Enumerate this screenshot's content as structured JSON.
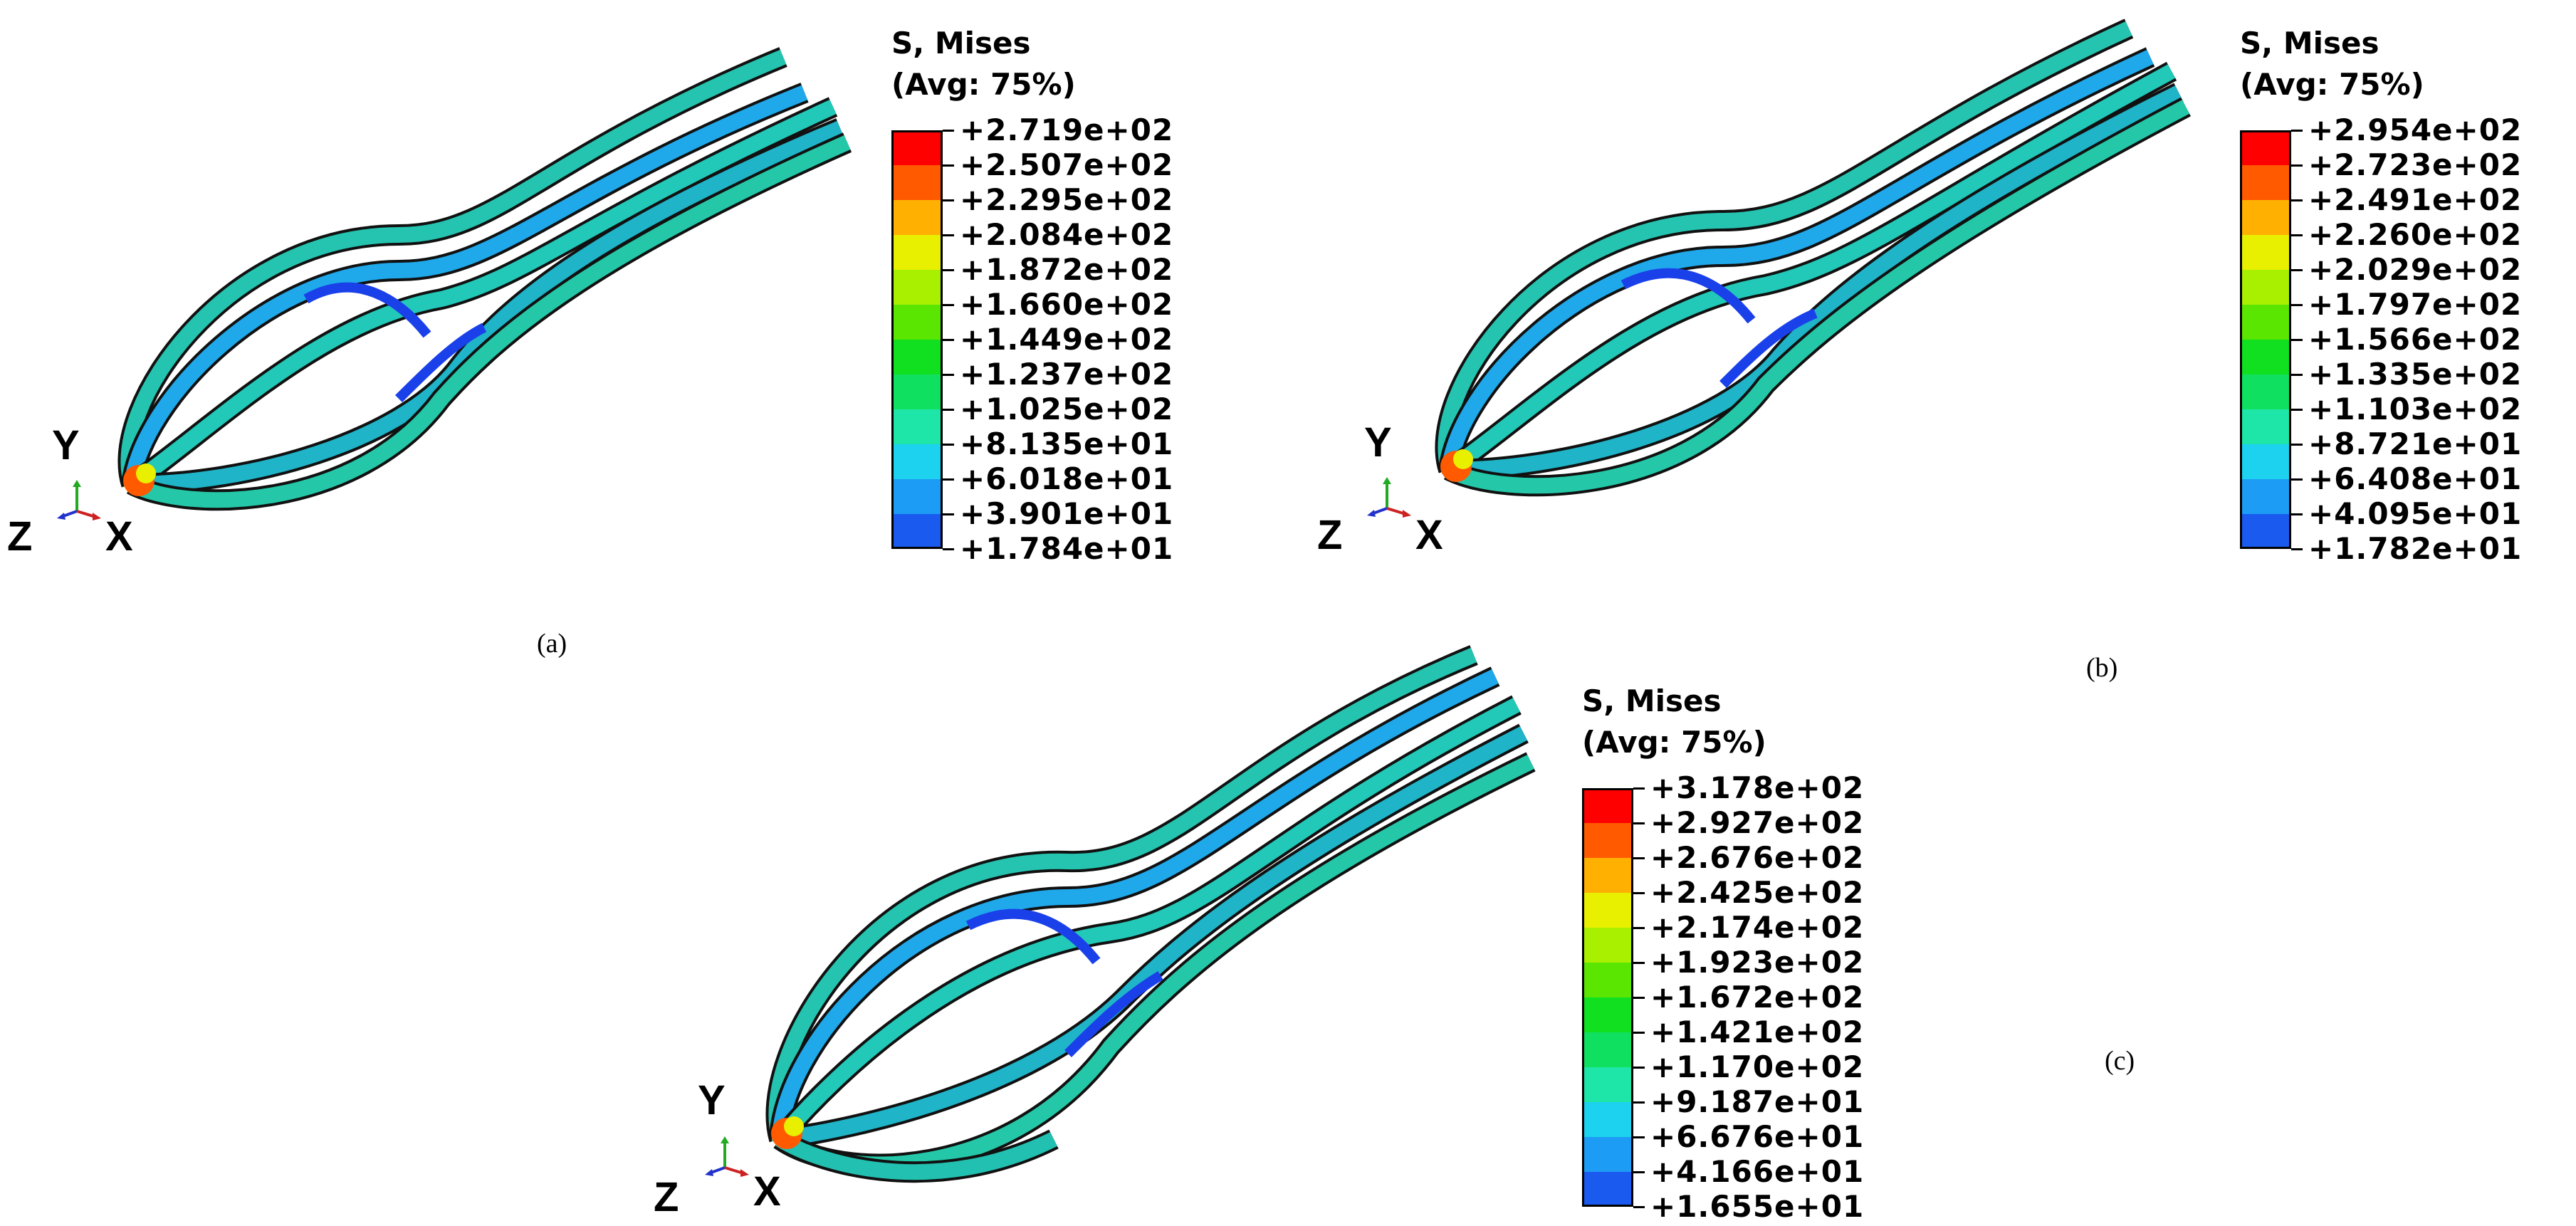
{
  "panels": [
    {
      "id": "a",
      "caption": "(a)",
      "legend": {
        "title_line1": "S, Mises",
        "title_line2": "(Avg: 75%)",
        "values": [
          "+2.719e+02",
          "+2.507e+02",
          "+2.295e+02",
          "+2.084e+02",
          "+1.872e+02",
          "+1.660e+02",
          "+1.449e+02",
          "+1.237e+02",
          "+1.025e+02",
          "+8.135e+01",
          "+6.018e+01",
          "+3.901e+01",
          "+1.784e+01"
        ]
      },
      "triad": {
        "y": "Y",
        "z": "Z",
        "x": "X"
      }
    },
    {
      "id": "b",
      "caption": "(b)",
      "legend": {
        "title_line1": "S, Mises",
        "title_line2": "(Avg: 75%)",
        "values": [
          "+2.954e+02",
          "+2.723e+02",
          "+2.491e+02",
          "+2.260e+02",
          "+2.029e+02",
          "+1.797e+02",
          "+1.566e+02",
          "+1.335e+02",
          "+1.103e+02",
          "+8.721e+01",
          "+6.408e+01",
          "+4.095e+01",
          "+1.782e+01"
        ]
      },
      "triad": {
        "y": "Y",
        "z": "Z",
        "x": "X"
      }
    },
    {
      "id": "c",
      "caption": "(c)",
      "legend": {
        "title_line1": "S, Mises",
        "title_line2": "(Avg: 75%)",
        "values": [
          "+3.178e+02",
          "+2.927e+02",
          "+2.676e+02",
          "+2.425e+02",
          "+2.174e+02",
          "+1.923e+02",
          "+1.672e+02",
          "+1.421e+02",
          "+1.170e+02",
          "+9.187e+01",
          "+6.676e+01",
          "+4.166e+01",
          "+1.655e+01"
        ]
      },
      "triad": {
        "y": "Y",
        "z": "Z",
        "x": "X"
      }
    }
  ],
  "colormap": [
    "#ff0000",
    "#ff5a00",
    "#ffb000",
    "#e8f000",
    "#a8f000",
    "#5ae600",
    "#10e020",
    "#10e060",
    "#1ee6a8",
    "#1cd2ee",
    "#1c9cf4",
    "#1a5aef",
    "#0a1aee"
  ]
}
